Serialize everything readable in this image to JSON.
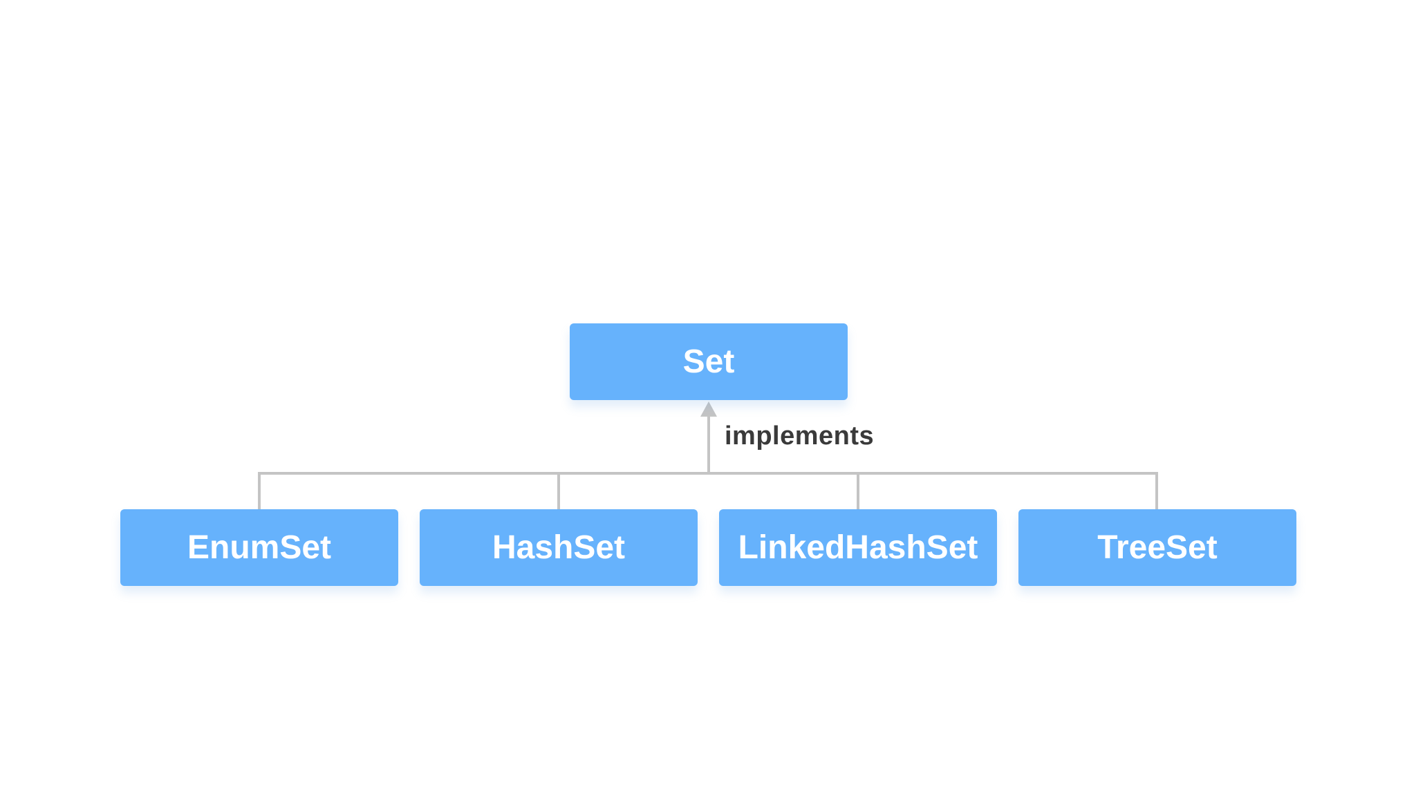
{
  "diagram": {
    "root": {
      "label": "Set"
    },
    "relation": {
      "label": "implements"
    },
    "children": [
      {
        "label": "EnumSet"
      },
      {
        "label": "HashSet"
      },
      {
        "label": "LinkedHashSet"
      },
      {
        "label": "TreeSet"
      }
    ]
  },
  "colors": {
    "node_fill": "#66b2fc",
    "node_text": "#ffffff",
    "connector": "#c4c4c4",
    "label_text": "#3a3a3a",
    "background": "#ffffff"
  }
}
